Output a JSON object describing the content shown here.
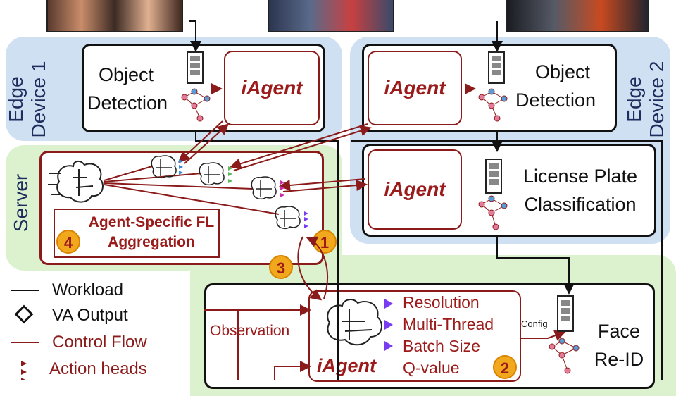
{
  "regions": {
    "edge1": "Edge Device 1",
    "edge1_line1": "Edge",
    "edge1_line2": "Device 1",
    "edge2_line1": "Edge",
    "edge2_line2": "Device 2",
    "server": "Server"
  },
  "modules": {
    "object_detection_l1": "Object",
    "object_detection_l2": "Detection",
    "license_plate_l1": "License Plate",
    "license_plate_l2": "Classification",
    "face_reid_l1": "Face",
    "face_reid_l2": "Re-ID"
  },
  "agent_label": "iAgent",
  "fl_box": {
    "line1": "Agent-Specific FL",
    "line2": "Aggregation"
  },
  "agent_outputs": [
    "Resolution",
    "Multi-Thread",
    "Batch Size",
    "Q-value"
  ],
  "observation_label": "Observation",
  "config_label": "Config",
  "badges": [
    "1",
    "2",
    "3",
    "4"
  ],
  "legend": {
    "workload": "Workload",
    "va_output": "VA Output",
    "control_flow": "Control Flow",
    "action_heads": "Action heads"
  },
  "colors": {
    "edge_region": "#cfe0f3",
    "server_region": "#dcf2cf",
    "control_flow": "#8b1a1a",
    "badge": "#f2a81d",
    "action_head_purple": "#7a3cf0",
    "action_head_blue": "#3b8fd8",
    "action_head_green": "#5cb85c",
    "action_head_magenta": "#d02ca8"
  }
}
